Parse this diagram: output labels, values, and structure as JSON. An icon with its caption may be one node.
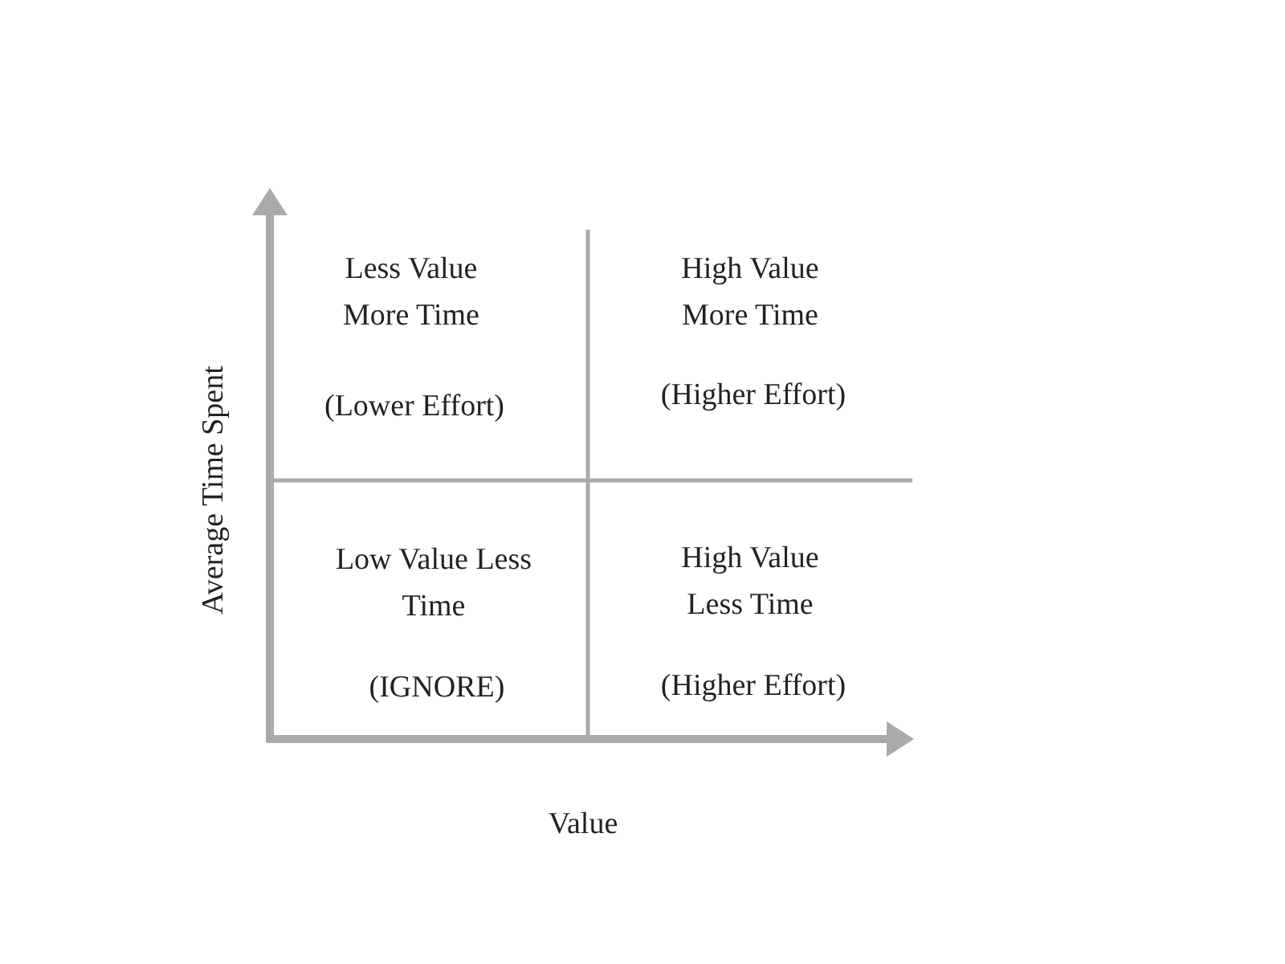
{
  "diagram": {
    "labels": [
      "Less Value More Time",
      "(Lower Effort)",
      "High Value More Time",
      "(Higher Effort)",
      "Average Time Spent",
      "Low Value Less Time",
      "(IGNORE)",
      "High Value Less Time",
      "(Higher Effort)",
      "Value"
    ]
  }
}
